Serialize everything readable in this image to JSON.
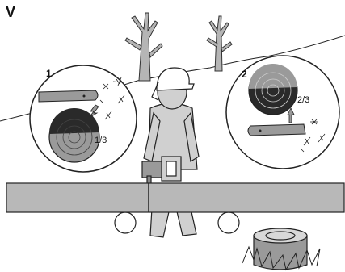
{
  "figure": {
    "letter": "V"
  },
  "steps": [
    {
      "number": "1",
      "fraction": "1/3"
    },
    {
      "number": "2",
      "fraction": "2/3"
    }
  ],
  "palette": {
    "ink": "#1a1a1a",
    "shade": "#9a9a9a",
    "light_shade": "#c8c8c8",
    "dark": "#2a2a2a",
    "paper": "#ffffff"
  },
  "icons": [
    "tree-icon",
    "chainsaw-bar-icon",
    "log-end-icon",
    "sparks-icon",
    "arrow-icon",
    "stump-icon",
    "roller-icon",
    "operator-figure"
  ]
}
